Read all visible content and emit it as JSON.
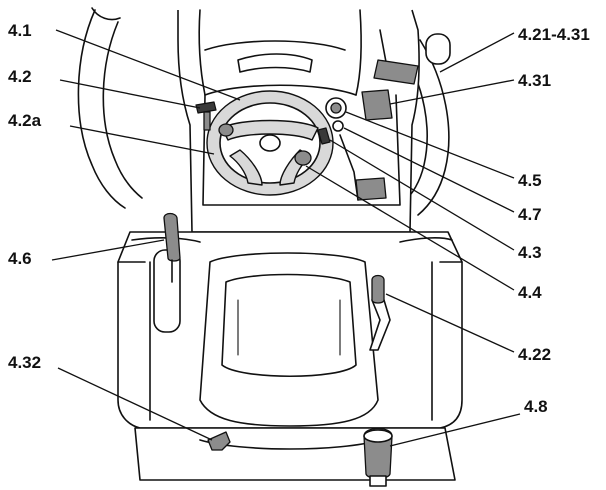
{
  "callouts": {
    "c_4_1": "4.1",
    "c_4_2": "4.2",
    "c_4_2a": "4.2a",
    "c_4_6": "4.6",
    "c_4_32": "4.32",
    "c_4_21_4_31": "4.21-4.31",
    "c_4_31": "4.31",
    "c_4_5": "4.5",
    "c_4_7": "4.7",
    "c_4_3": "4.3",
    "c_4_4": "4.4",
    "c_4_22": "4.22",
    "c_4_8": "4.8"
  },
  "colors": {
    "line": "#111111",
    "light_fill": "#d9d9d9",
    "mid_fill": "#8c8c8c",
    "dark_fill": "#3a3a3a",
    "background": "#ffffff"
  }
}
